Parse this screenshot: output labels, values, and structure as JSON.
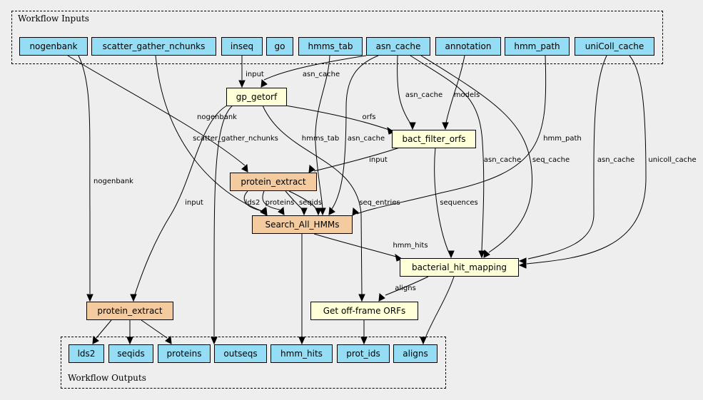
{
  "clusters": {
    "inputs_title": "Workflow Inputs",
    "outputs_title": "Workflow Outputs"
  },
  "colors": {
    "io": "#94ddf4",
    "step": "#ffffd8",
    "subworkflow": "#f4cb9e",
    "background": "#eeeeee"
  },
  "nodes": {
    "nogenbank": "nogenbank",
    "scatter_gather_nchunks": "scatter_gather_nchunks",
    "inseq": "inseq",
    "go": "go",
    "hmms_tab": "hmms_tab",
    "asn_cache": "asn_cache",
    "annotation": "annotation",
    "hmm_path": "hmm_path",
    "uniColl_cache": "uniColl_cache",
    "gp_getorf": "gp_getorf",
    "bact_filter_orfs": "bact_filter_orfs",
    "protein_extract_1": "protein_extract",
    "search_all_hmms": "Search_All_HMMs",
    "bacterial_hit_mapping": "bacterial_hit_mapping",
    "get_offframe_orfs": "Get off-frame ORFs",
    "protein_extract_2": "protein_extract",
    "lds2": "lds2",
    "seqids": "seqids",
    "proteins": "proteins",
    "outseqs": "outseqs",
    "hmm_hits": "hmm_hits",
    "prot_ids": "prot_ids",
    "aligns": "aligns"
  },
  "edge_labels": {
    "inseq_gp": "input",
    "asn_gp": "asn_cache",
    "nogen_pe1": "nogenbank",
    "scatter_search": "scatter_gather_nchunks",
    "nogen_pe2": "nogenbank",
    "gp_bfo": "orfs",
    "asn_bfo": "asn_cache",
    "annot_bfo": "models",
    "hmmstab_search": "hmms_tab",
    "asn_search": "asn_cache",
    "hmmpath_search": "hmm_path",
    "bfo_pe1": "input",
    "gp_pe2": "input",
    "pe1_search_lds2": "lds2",
    "pe1_search_proteins": "proteins",
    "pe1_search_seqids": "seqids",
    "gp_offframe": "seq_entries",
    "asn_bhm1": "asn_cache",
    "asn_bhm2": "seq_cache",
    "bfo_bhm": "sequences",
    "search_bhm": "hmm_hits",
    "unicoll_bhm_asn": "asn_cache",
    "unicoll_bhm": "unicoll_cache",
    "bhm_offframe": "aligns"
  }
}
